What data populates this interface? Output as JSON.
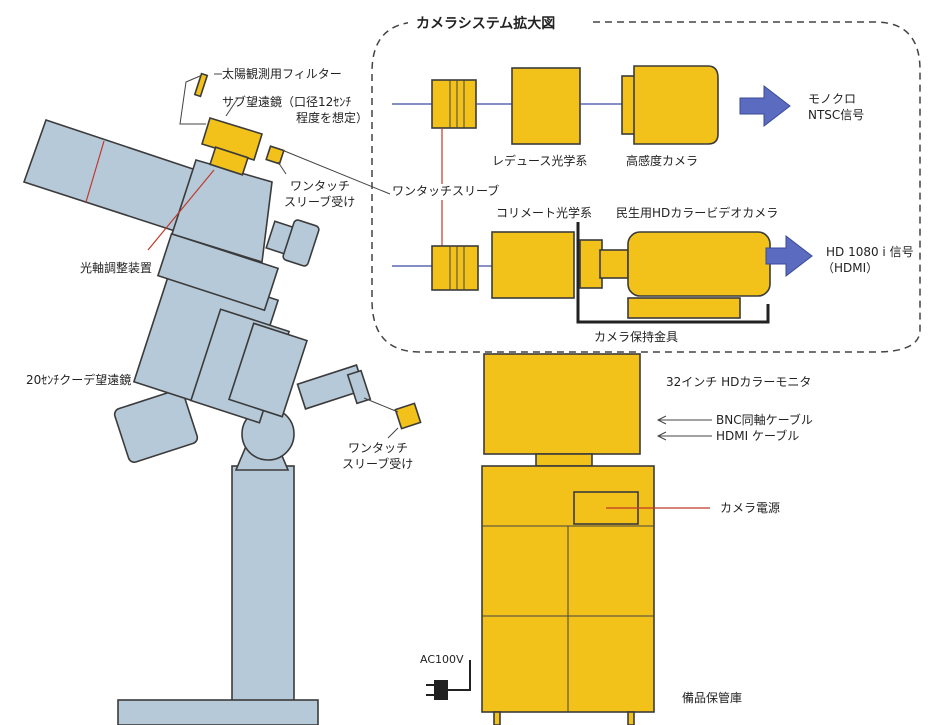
{
  "labels": {
    "system_title": "カメラシステム拡大図",
    "solar_filter": "太陽観測用フィルター",
    "sub_scope_1": "サブ望遠鏡（口径12ｾﾝﾁ",
    "sub_scope_2": "程度を想定）",
    "one_touch_a_1": "ワンタッチ",
    "one_touch_a_2": "スリーブ受け",
    "one_touch_sleeve": "ワンタッチスリーブ",
    "axis_adjust": "光軸調整装置",
    "main_scope": "20ｾﾝﾁクーデ望遠鏡",
    "one_touch_b_1": "ワンタッチ",
    "one_touch_b_2": "スリーブ受け",
    "reducer_optics": "レデュース光学系",
    "hs_camera": "高感度カメラ",
    "mono_1": "モノクロ",
    "mono_2": "NTSC信号",
    "collimator": "コリメート光学系",
    "hd_camera": "民生用HDカラービデオカメラ",
    "hd_signal_1": "HD 1080 i 信号",
    "hd_signal_2": "（HDMI）",
    "camera_bracket": "カメラ保持金具",
    "monitor": "32インチ  HDカラーモニタ",
    "bnc_cable": "BNC同軸ケーブル",
    "hdmi_cable": "HDMI  ケーブル",
    "camera_power": "カメラ電源",
    "ac100v": "AC100V",
    "cabinet": "備品保管庫"
  },
  "colors": {
    "telescope": "#b6c9d8",
    "camera_parts": "#f2c21b",
    "signal_arrow": "#5b6cc0",
    "leader_red": "#c0392b",
    "optical_axis": "#3a4aa0"
  }
}
